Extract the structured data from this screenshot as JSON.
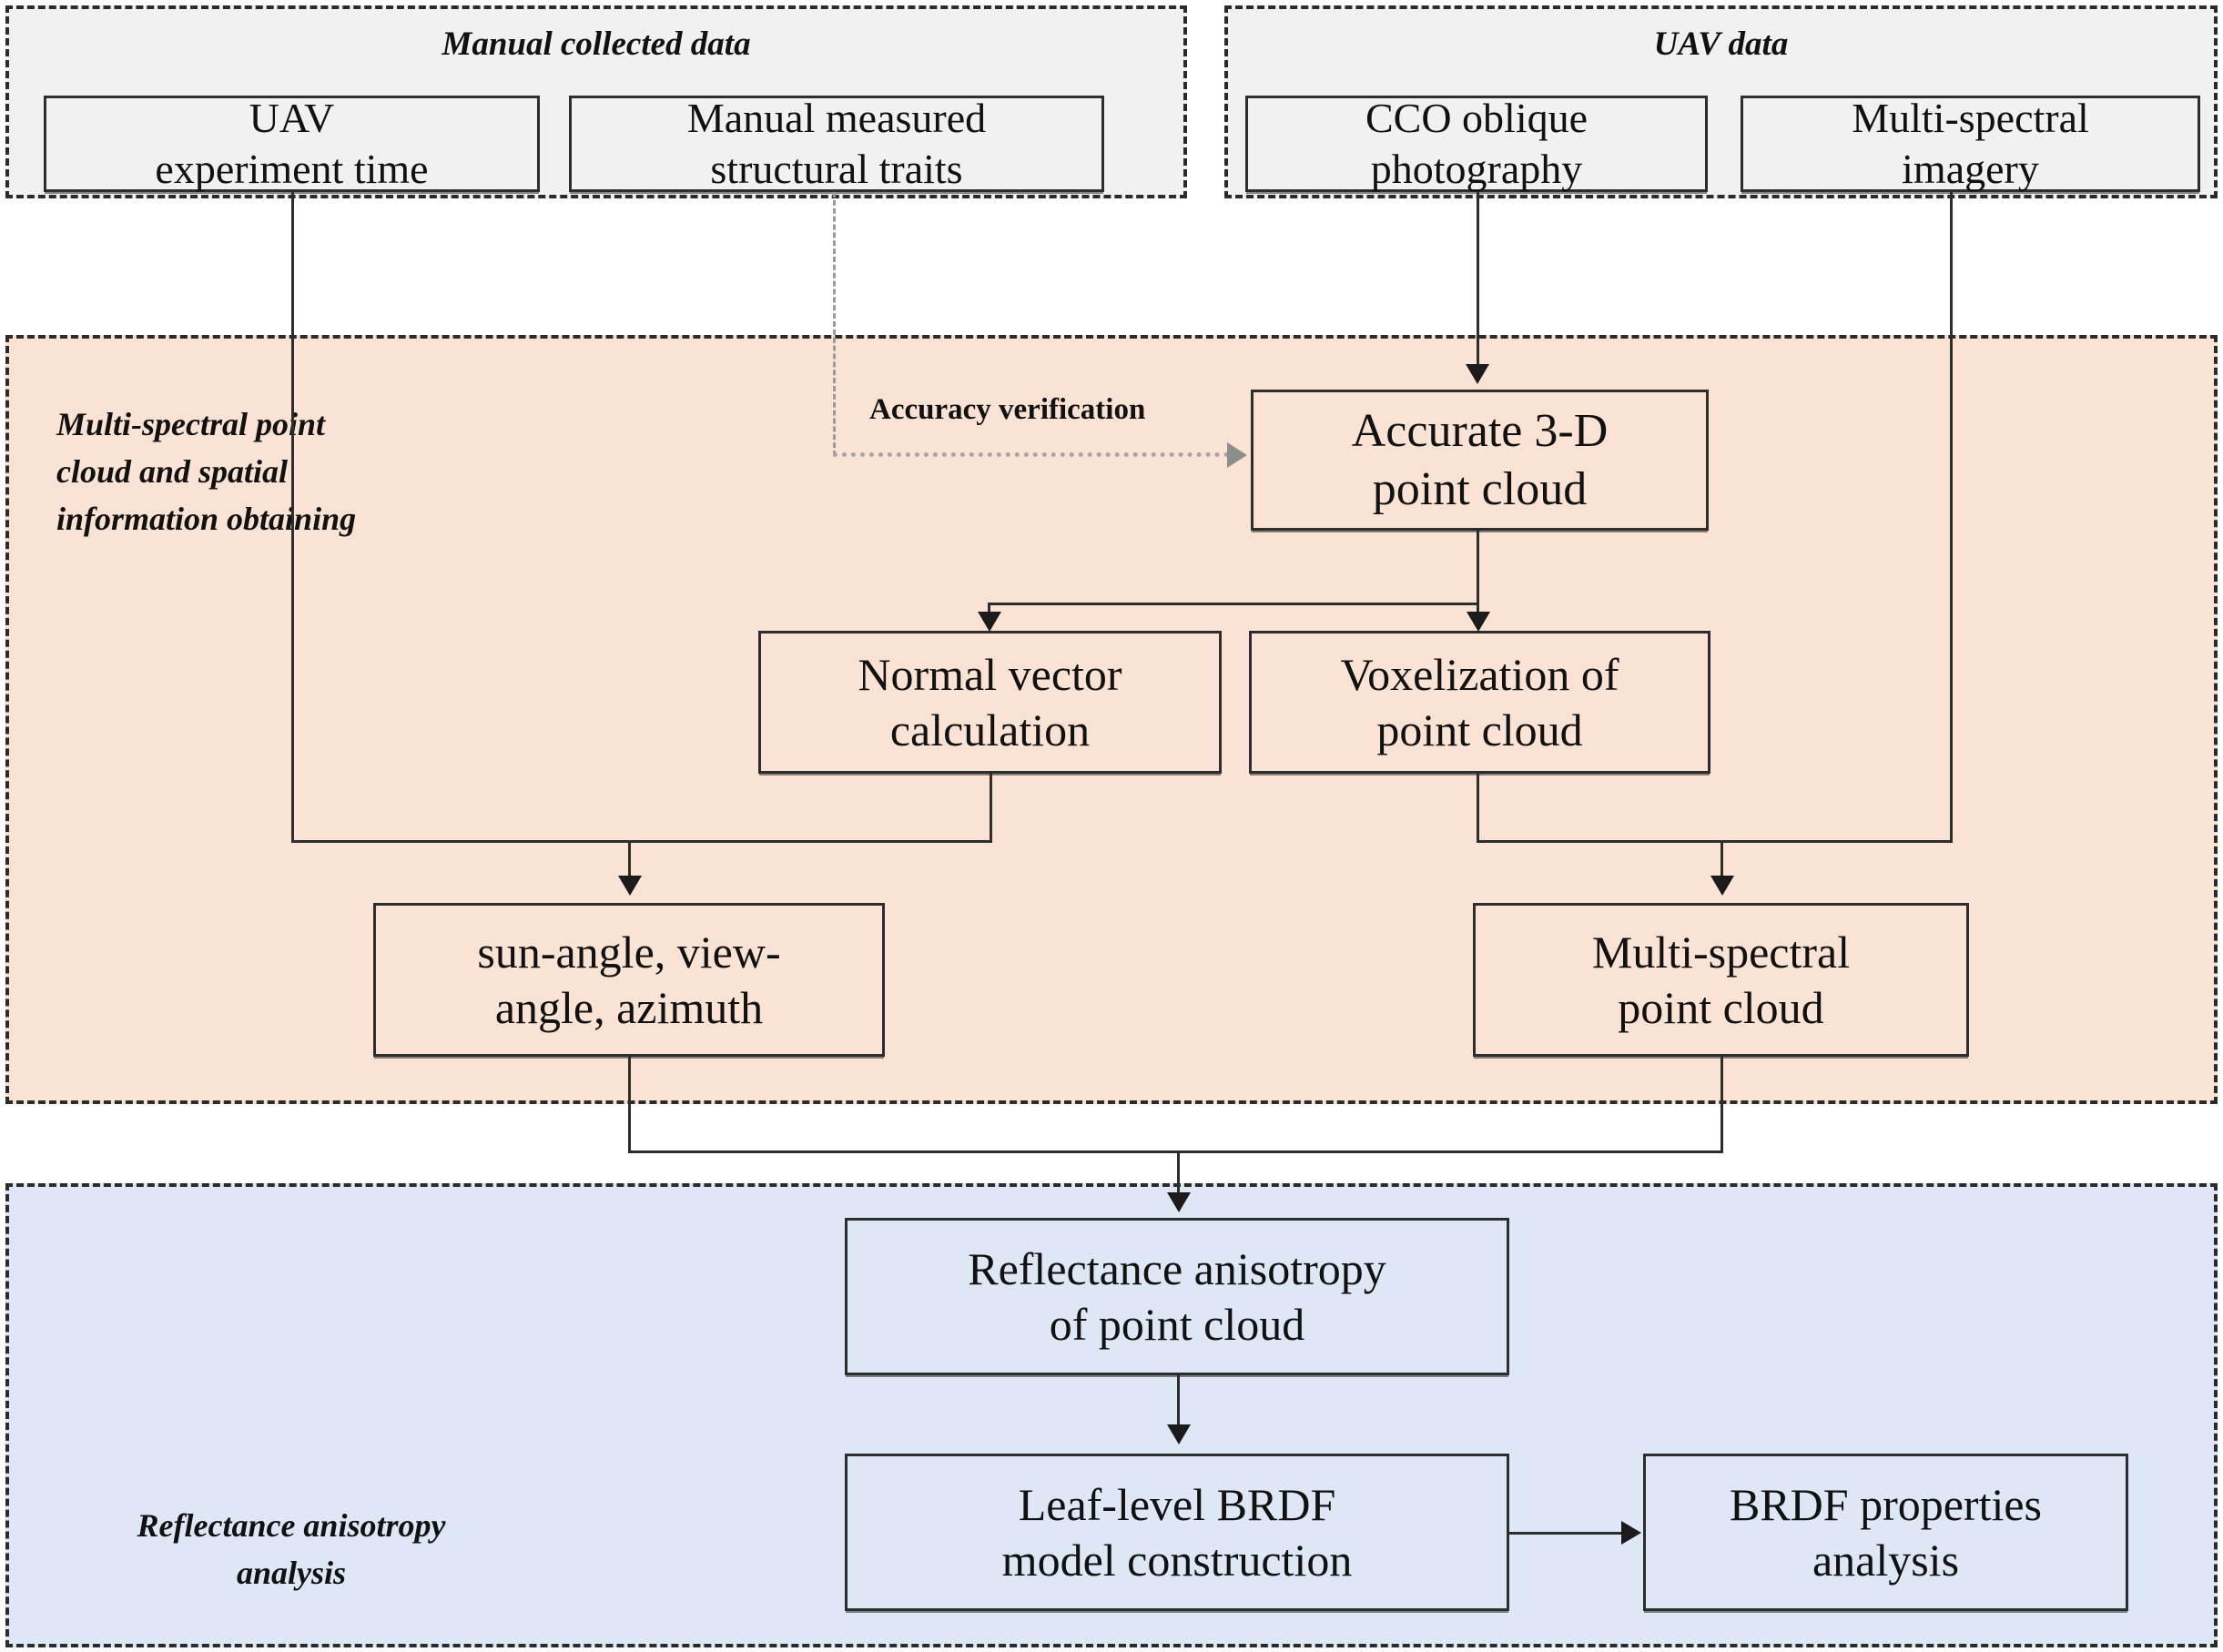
{
  "diagram": {
    "title": "Workflow for multi-spectral point cloud reflectance anisotropy analysis",
    "colors": {
      "group_manual_bg": "#f1f1f1",
      "group_uav_bg": "#f1f1f1",
      "group_pointcloud_bg": "#fae3d5",
      "group_analysis_bg": "#dde7f5",
      "box_border": "#2d2d2d",
      "connector": "#2d2d2d",
      "dashed_connector": "#9a9a9a"
    },
    "groups": [
      {
        "id": "manual",
        "title": "Manual collected data"
      },
      {
        "id": "uav",
        "title": "UAV data"
      },
      {
        "id": "pointcloud",
        "title": "Multi-spectral point\ncloud and spatial\ninformation obtaining"
      },
      {
        "id": "analysis",
        "title": "Reflectance anisotropy\nanalysis"
      }
    ],
    "nodes": [
      {
        "id": "uav_experiment_time",
        "label": "UAV\nexperiment time"
      },
      {
        "id": "manual_traits",
        "label": "Manual measured\nstructural traits"
      },
      {
        "id": "cco_oblique",
        "label": "CCO oblique\nphotography"
      },
      {
        "id": "multispectral_imagery",
        "label": "Multi-spectral\nimagery"
      },
      {
        "id": "accurate_3d",
        "label": "Accurate 3-D\npoint cloud"
      },
      {
        "id": "normal_vector",
        "label": "Normal vector\ncalculation"
      },
      {
        "id": "voxelization",
        "label": "Voxelization of\npoint cloud"
      },
      {
        "id": "sun_view_azimuth",
        "label": "sun-angle, view-\nangle, azimuth"
      },
      {
        "id": "multispectral_pc",
        "label": "Multi-spectral\npoint cloud"
      },
      {
        "id": "reflectance_aniso",
        "label": "Reflectance anisotropy\nof point cloud"
      },
      {
        "id": "brdf_model",
        "label": "Leaf-level BRDF\nmodel construction"
      },
      {
        "id": "brdf_properties",
        "label": "BRDF properties\nanalysis"
      }
    ],
    "edge_labels": [
      {
        "id": "accuracy_verification",
        "label": "Accuracy verification"
      }
    ]
  }
}
